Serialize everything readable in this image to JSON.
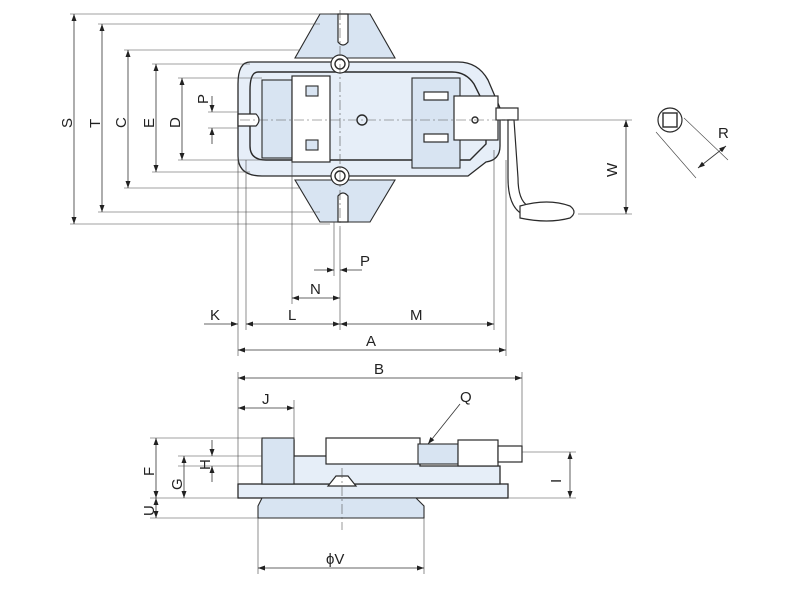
{
  "labels": {
    "S": "S",
    "T": "T",
    "C": "C",
    "E": "E",
    "D": "D",
    "P_top": "P",
    "W": "W",
    "R": "R",
    "P_mid": "P",
    "N": "N",
    "K": "K",
    "L": "L",
    "M": "M",
    "A": "A",
    "B": "B",
    "J": "J",
    "Q": "Q",
    "F": "F",
    "G": "G",
    "H": "H",
    "U": "U",
    "I": "I",
    "V": "ϕV"
  },
  "watermark": "",
  "colors": {
    "body": "#e6eef8",
    "line": "#2a2a2a",
    "watermark": "#cc4444"
  }
}
